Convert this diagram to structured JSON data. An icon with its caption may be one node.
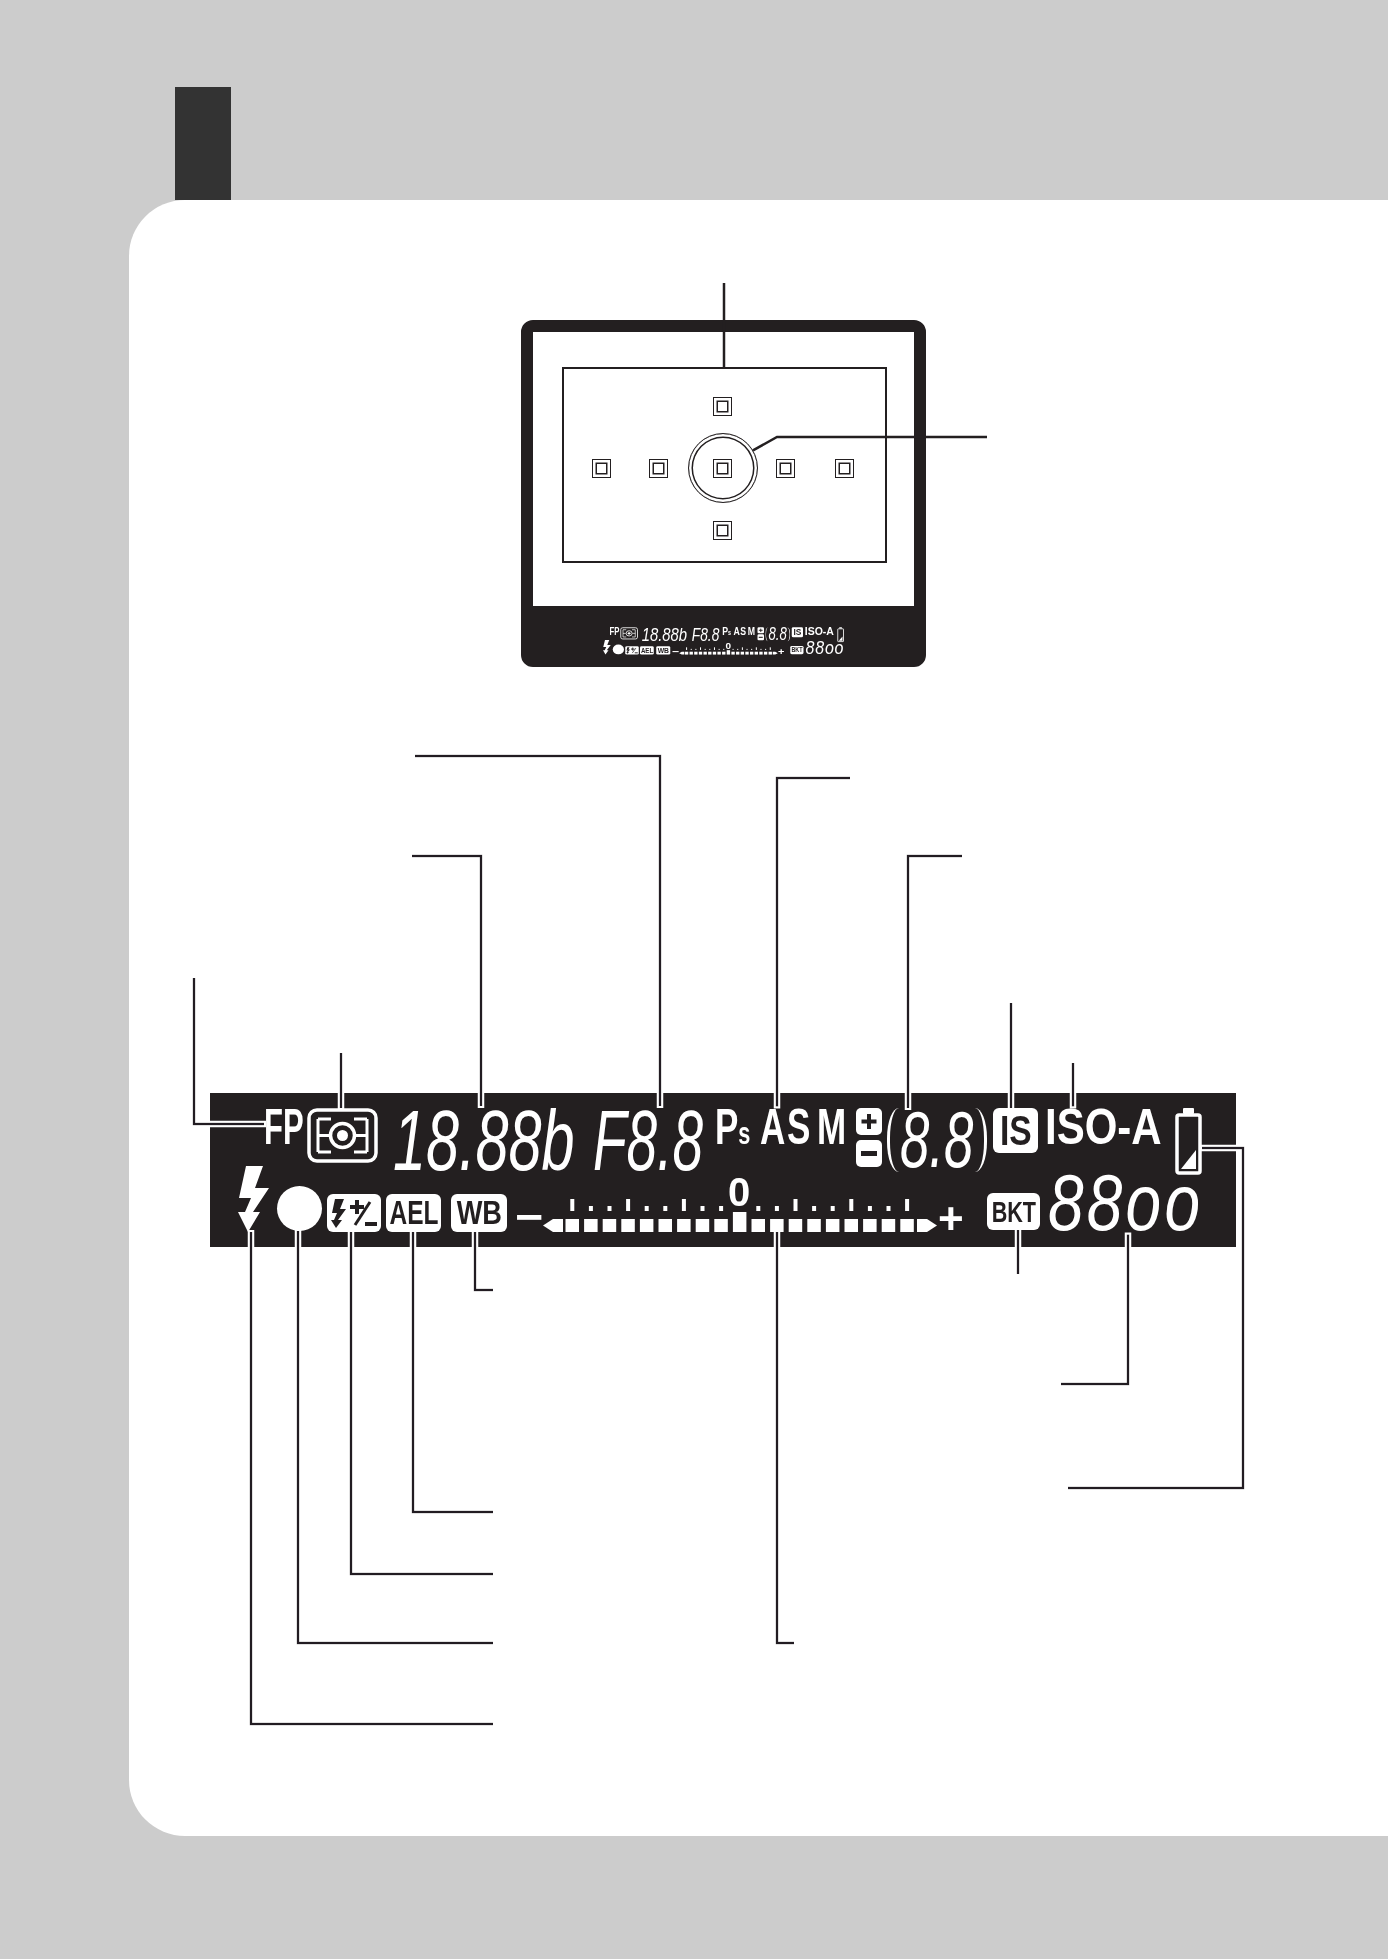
{
  "diagram": {
    "nodes": [
      {
        "text": [],
        "shape": "box"
      },
      {
        "text": [],
        "shape": "circle",
        "in": 0
      },
      {
        "text": [
          "FP"
        ]
      },
      {
        "text": [],
        "shape": "picture"
      },
      {
        "text": [
          "18.88b"
        ]
      },
      {
        "text": [
          "F8.8"
        ]
      },
      {
        "text": [
          "P$_{s}$",
          "A",
          "S",
          "M"
        ]
      },
      {
        "text": [
          "8.8"
        ]
      },
      {
        "text": [
          "IS"
        ]
      },
      {
        "text": [
          "ISO-A"
        ]
      },
      {
        "text": [],
        "shape": "picture"
      },
      {
        "text": [],
        "shape": "picture"
      },
      {
        "text": [],
        "shape": "circle"
      },
      {
        "text": [],
        "shape": "picture"
      },
      {
        "text": [
          "AEL"
        ]
      },
      {
        "text": [
          "WB"
        ]
      },
      {
        "text": [
          "−",
          "0",
          "+"
        ]
      },
      {
        "text": [
          "BKT"
        ]
      },
      {
        "text": [
          "88oo"
        ]
      }
    ],
    "edges": [
      {
        "from": null,
        "to": 0,
        "arrow": "none"
      },
      {
        "from": null,
        "to": 1,
        "arrow": "none"
      },
      {
        "from": null,
        "to": 2,
        "arrow": "none"
      },
      {
        "from": null,
        "to": 3,
        "arrow": "none"
      },
      {
        "from": null,
        "to": 4,
        "arrow": "none"
      },
      {
        "from": null,
        "to": 5,
        "arrow": "none"
      },
      {
        "from": null,
        "to": 6,
        "arrow": "none"
      },
      {
        "from": null,
        "to": 7,
        "arrow": "none"
      },
      {
        "from": null,
        "to": 8,
        "arrow": "none"
      },
      {
        "from": null,
        "to": 9,
        "arrow": "none"
      },
      {
        "from": null,
        "to": 10,
        "arrow": "none"
      },
      {
        "from": null,
        "to": 11,
        "arrow": "none"
      },
      {
        "from": null,
        "to": 12,
        "arrow": "none"
      },
      {
        "from": null,
        "to": 13,
        "arrow": "none"
      },
      {
        "from": null,
        "to": 14,
        "arrow": "none"
      },
      {
        "from": null,
        "to": 15,
        "arrow": "none"
      },
      {
        "from": null,
        "to": 16,
        "arrow": "none"
      },
      {
        "from": null,
        "to": 17,
        "arrow": "none"
      },
      {
        "from": null,
        "to": 18,
        "arrow": "none"
      }
    ],
    "labels": [
      "FP",
      "18.88b",
      "F8.8",
      "P$_{s}$",
      "A",
      "S",
      "M",
      "8.8",
      "IS",
      "ISO-A",
      "AEL",
      "WB",
      "−",
      "0",
      "+",
      "BKT",
      "88oo"
    ]
  }
}
